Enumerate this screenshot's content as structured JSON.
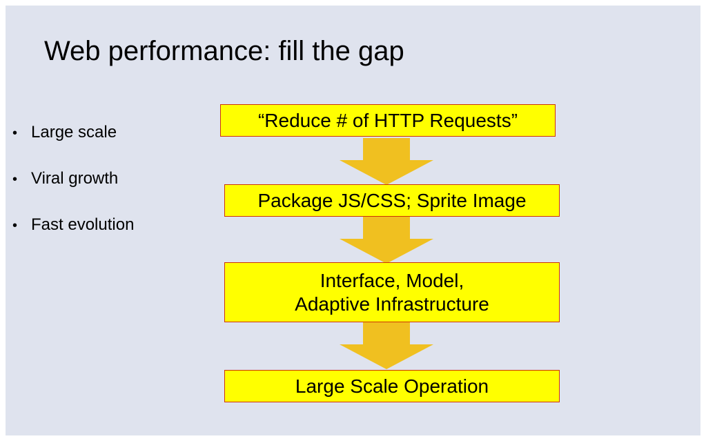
{
  "title": "Web performance: fill the gap",
  "bullets": [
    "Large scale",
    "Viral growth",
    "Fast evolution"
  ],
  "bullet_glyph": "•",
  "flow": {
    "steps": [
      "“Reduce # of HTTP Requests”",
      "Package JS/CSS; Sprite Image",
      "Interface, Model,\nAdaptive Infrastructure",
      "Large Scale Operation"
    ],
    "box_fill": "#ffff00",
    "box_border": "#cc3300",
    "arrow_color": "#f0c020"
  }
}
